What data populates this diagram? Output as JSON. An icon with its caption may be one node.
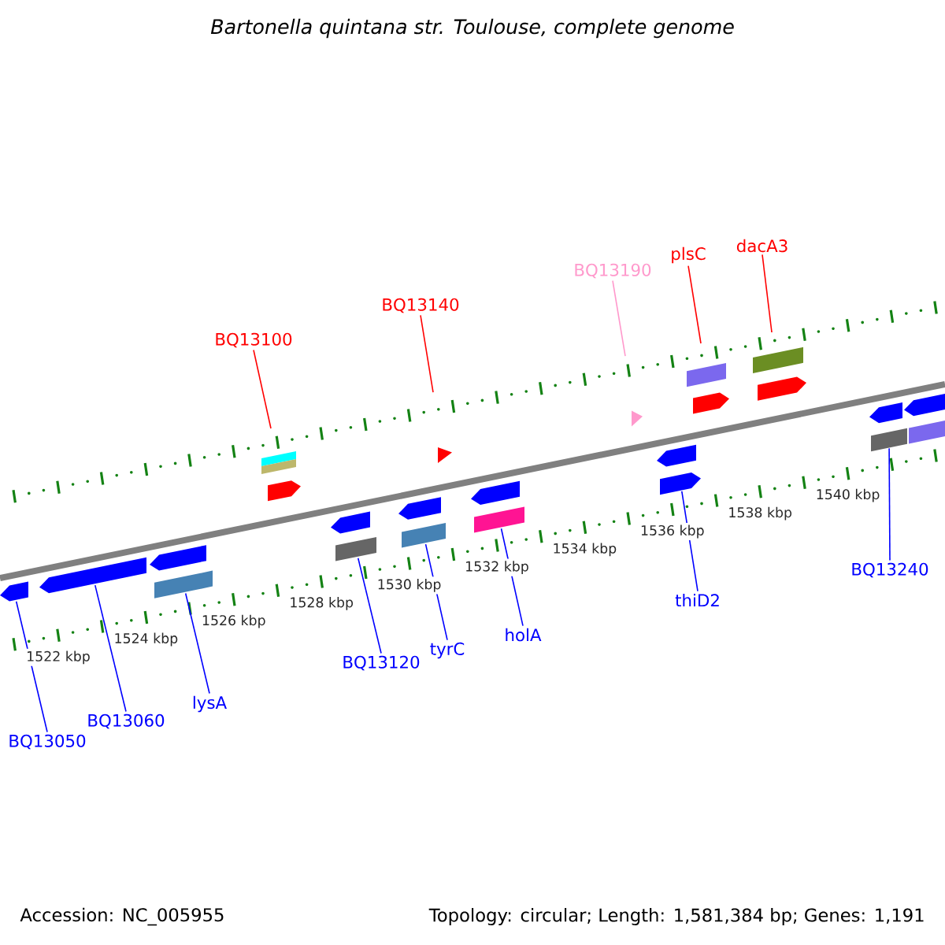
{
  "diagram": {
    "title": "Bartonella quintana str. Toulouse, complete genome",
    "nodes": [
      {
        "text": [
          "BQ13100"
        ]
      },
      {
        "text": [
          "BQ13140"
        ]
      },
      {
        "text": [
          "BQ13190"
        ]
      },
      {
        "text": [
          "plsC"
        ]
      },
      {
        "text": [
          "dacA3"
        ]
      },
      {
        "text": [
          "BQ13050"
        ]
      },
      {
        "text": [
          "BQ13060"
        ]
      },
      {
        "text": [
          "lysA"
        ]
      },
      {
        "text": [
          "BQ13120"
        ]
      },
      {
        "text": [
          "tyrC"
        ]
      },
      {
        "text": [
          "holA"
        ]
      },
      {
        "text": [
          "thiD2"
        ]
      },
      {
        "text": [
          "BQ13240"
        ]
      },
      {
        "text": [],
        "shape": "arrow"
      },
      {
        "text": [],
        "shape": "arrow"
      },
      {
        "text": [],
        "shape": "arrow"
      },
      {
        "text": [],
        "shape": "bar"
      },
      {
        "text": [],
        "shape": "bar"
      },
      {
        "text": [],
        "shape": "bar"
      },
      {
        "text": [],
        "shape": "arrow"
      },
      {
        "text": [],
        "shape": "arrow"
      },
      {
        "text": [],
        "shape": "bar"
      },
      {
        "text": [],
        "shape": "arrow"
      },
      {
        "text": [],
        "shape": "bar"
      },
      {
        "text": [],
        "shape": "triangle"
      },
      {
        "text": [],
        "shape": "arrow"
      },
      {
        "text": [],
        "shape": "bar"
      },
      {
        "text": [],
        "shape": "triangle"
      },
      {
        "text": [],
        "shape": "arrow"
      },
      {
        "text": [],
        "shape": "arrow"
      },
      {
        "text": [],
        "shape": "bar"
      },
      {
        "text": [],
        "shape": "arrow"
      },
      {
        "text": [],
        "shape": "bar"
      },
      {
        "text": [],
        "shape": "arrow"
      },
      {
        "text": [],
        "shape": "arrow"
      },
      {
        "text": [],
        "shape": "bar"
      },
      {
        "text": [],
        "shape": "arrow"
      },
      {
        "text": [],
        "shape": "bar"
      }
    ],
    "edges": [
      {
        "from": 0,
        "to": null,
        "arrow": "none",
        "color": "#ff0000"
      },
      {
        "from": 1,
        "to": null,
        "arrow": "none",
        "color": "#ff0000"
      },
      {
        "from": 2,
        "to": null,
        "arrow": "none",
        "color": "#ff99cc"
      },
      {
        "from": 3,
        "to": null,
        "arrow": "none",
        "color": "#ff0000"
      },
      {
        "from": 4,
        "to": null,
        "arrow": "none",
        "color": "#ff0000"
      },
      {
        "from": 5,
        "to": 13,
        "arrow": "none"
      },
      {
        "from": 6,
        "to": 14,
        "arrow": "none"
      },
      {
        "from": 7,
        "to": 16,
        "arrow": "none"
      },
      {
        "from": 8,
        "to": 21,
        "arrow": "none"
      },
      {
        "from": 9,
        "to": 23,
        "arrow": "none"
      },
      {
        "from": 10,
        "to": 26,
        "arrow": "none"
      },
      {
        "from": 11,
        "to": 29,
        "arrow": "none"
      },
      {
        "from": 12,
        "to": 35,
        "arrow": "none"
      }
    ],
    "labels": [
      "1522 kbp",
      "1524 kbp",
      "1526 kbp",
      "1528 kbp",
      "1530 kbp",
      "1532 kbp",
      "1534 kbp",
      "1536 kbp",
      "1538 kbp",
      "1540 kbp",
      "Accession: NC_005955",
      "Topology: circular; Length: 1,581,384 bp; Genes: 1,191"
    ]
  }
}
